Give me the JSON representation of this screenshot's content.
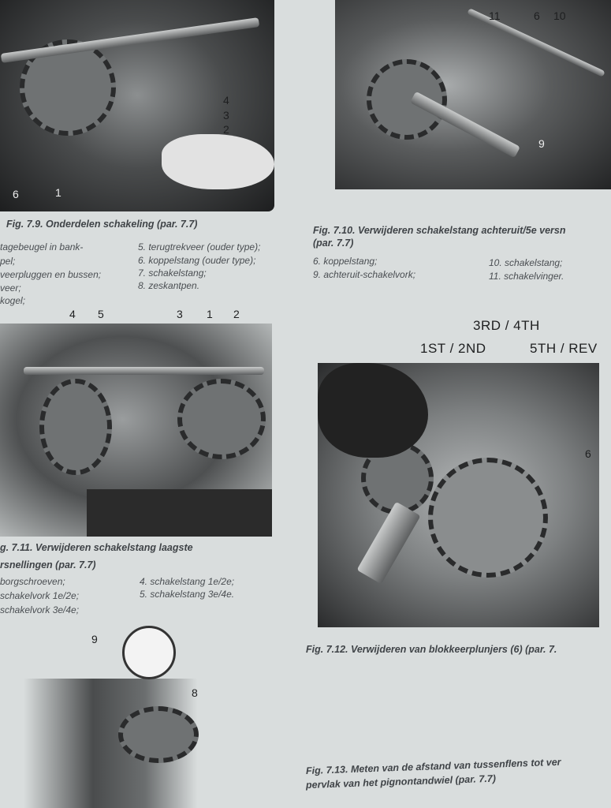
{
  "fig79": {
    "caption": "Fig. 7.9. Onderdelen schakeling (par. 7.7)",
    "labels": [
      "4",
      "3",
      "2",
      "6",
      "1"
    ],
    "items_left": [
      "tagebeugel in bank-",
      "pel;",
      "veerpluggen en bussen;",
      "veer;",
      "kogel;"
    ],
    "items_right": [
      "5. terugtrekveer (ouder type);",
      "6. koppelstang (ouder type);",
      "7. schakelstang;",
      "8. zeskantpen."
    ]
  },
  "fig710": {
    "caption_line1": "Fig. 7.10. Verwijderen schakelstang achteruit/5e versn",
    "caption_line2": "(par. 7.7)",
    "labels": [
      "11",
      "6",
      "10",
      "9"
    ],
    "items_left": [
      "6. koppelstang;",
      "9. achteruit-schakelvork;"
    ],
    "items_right": [
      "10. schakelstang;",
      "11. schakelvinger."
    ]
  },
  "fig711": {
    "caption_line1": "g. 7.11. Verwijderen    schakelstang    laagste",
    "caption_line2": "rsnellingen (par. 7.7)",
    "labels": [
      "4",
      "5",
      "3",
      "1",
      "2"
    ],
    "items_left": [
      "borgschroeven;",
      "schakelvork 1e/2e;",
      "schakelvork 3e/4e;"
    ],
    "items_right": [
      "4. schakelstang 1e/2e;",
      "5. schakelstang 3e/4e."
    ]
  },
  "fig712": {
    "caption": "Fig. 7.12. Verwijderen van blokkeerplunjers (6) (par. 7.",
    "labels": [
      "3RD / 4TH",
      "1ST / 2ND",
      "5TH / REV",
      "6"
    ]
  },
  "fig713": {
    "caption_line1": "Fig. 7.13. Meten van de afstand van tussenflens tot ver",
    "caption_line2": "pervlak van het pignontandwiel (par. 7.7)",
    "labels": [
      "9",
      "8"
    ]
  }
}
